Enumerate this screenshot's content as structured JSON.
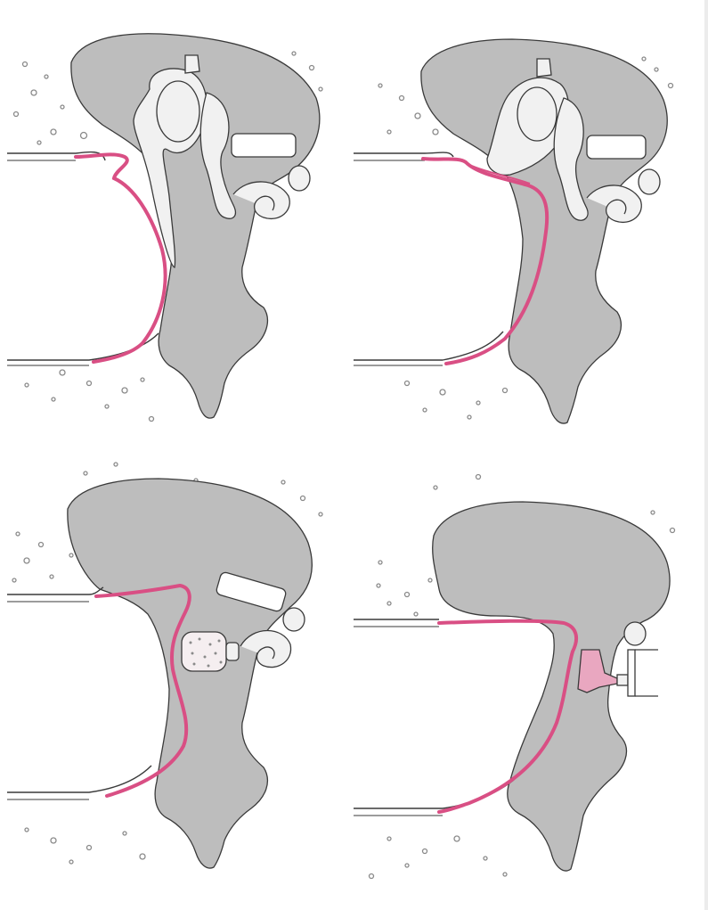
{
  "figure": {
    "panels": [
      {
        "id": "panel-1",
        "description_hidden": ""
      },
      {
        "id": "panel-2"
      },
      {
        "id": "panel-3"
      },
      {
        "id": "panel-4"
      }
    ]
  },
  "colors": {
    "bone": "#bdbdbd",
    "graft": "#d94f84",
    "ossicle_fill": "#f1f1f1",
    "outline": "#3a3a3a",
    "background": "#ffffff"
  }
}
